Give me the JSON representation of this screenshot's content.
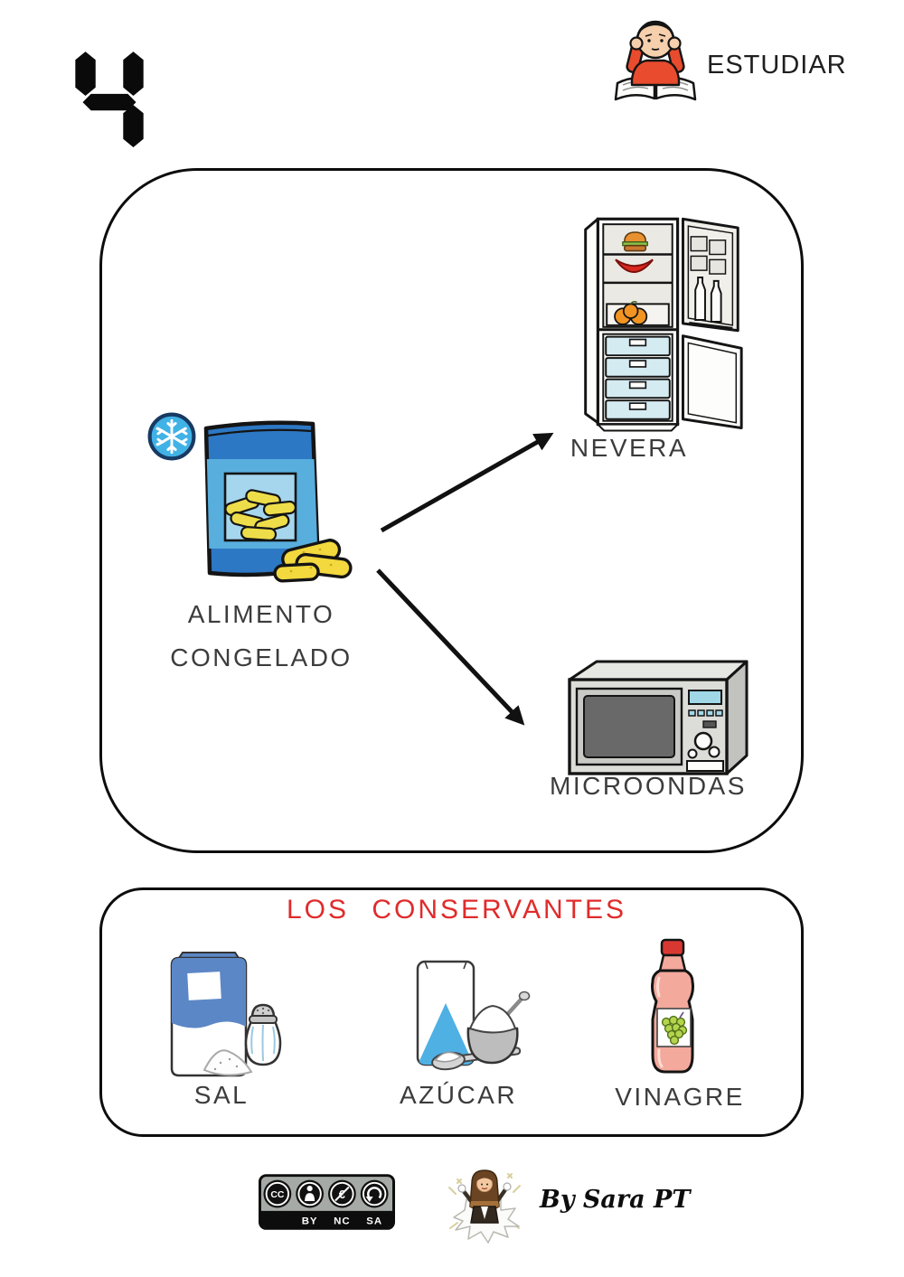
{
  "page": {
    "number": "4"
  },
  "header": {
    "activity_label": "ESTUDIAR",
    "activity_icon": "studying-child-icon"
  },
  "diagram": {
    "source": {
      "badge_icon": "snowflake-icon",
      "icon": "frozen-food-bag-icon",
      "label_line1": "ALIMENTO",
      "label_line2": "CONGELADO"
    },
    "targets": [
      {
        "icon": "fridge-icon",
        "label": "NEVERA"
      },
      {
        "icon": "microwave-icon",
        "label": "MICROONDAS"
      }
    ],
    "connectors": [
      "arrow-to-fridge",
      "arrow-to-microwave"
    ]
  },
  "conservantes": {
    "title": "LOS CONSERVANTES",
    "items": [
      {
        "icon": "salt-icon",
        "label": "SAL"
      },
      {
        "icon": "sugar-icon",
        "label": "AZÚCAR"
      },
      {
        "icon": "vinegar-icon",
        "label": "VINAGRE"
      }
    ]
  },
  "footer": {
    "license": {
      "badge": "cc-by-nc-sa-badge",
      "cc_text": "CC",
      "labels": [
        "BY",
        "NC",
        "SA"
      ]
    },
    "avatar": "author-avatar",
    "credit": "By Sara PT"
  },
  "colors": {
    "title_red": "#e02b2b",
    "bag_blue": "#2d78c4",
    "bag_light_blue": "#58aedd",
    "snowflake_blue": "#41b2e6",
    "shirt_orange": "#e84b2d",
    "freezer_drawer_blue": "#d5ebf2",
    "salt_pack_blue": "#5c87c6",
    "sugar_blue": "#4fb0e4",
    "vinegar_pink": "#f3a99c",
    "cap_red": "#d93832",
    "license_gray": "#a6aaa6",
    "outline_black": "#141414"
  }
}
